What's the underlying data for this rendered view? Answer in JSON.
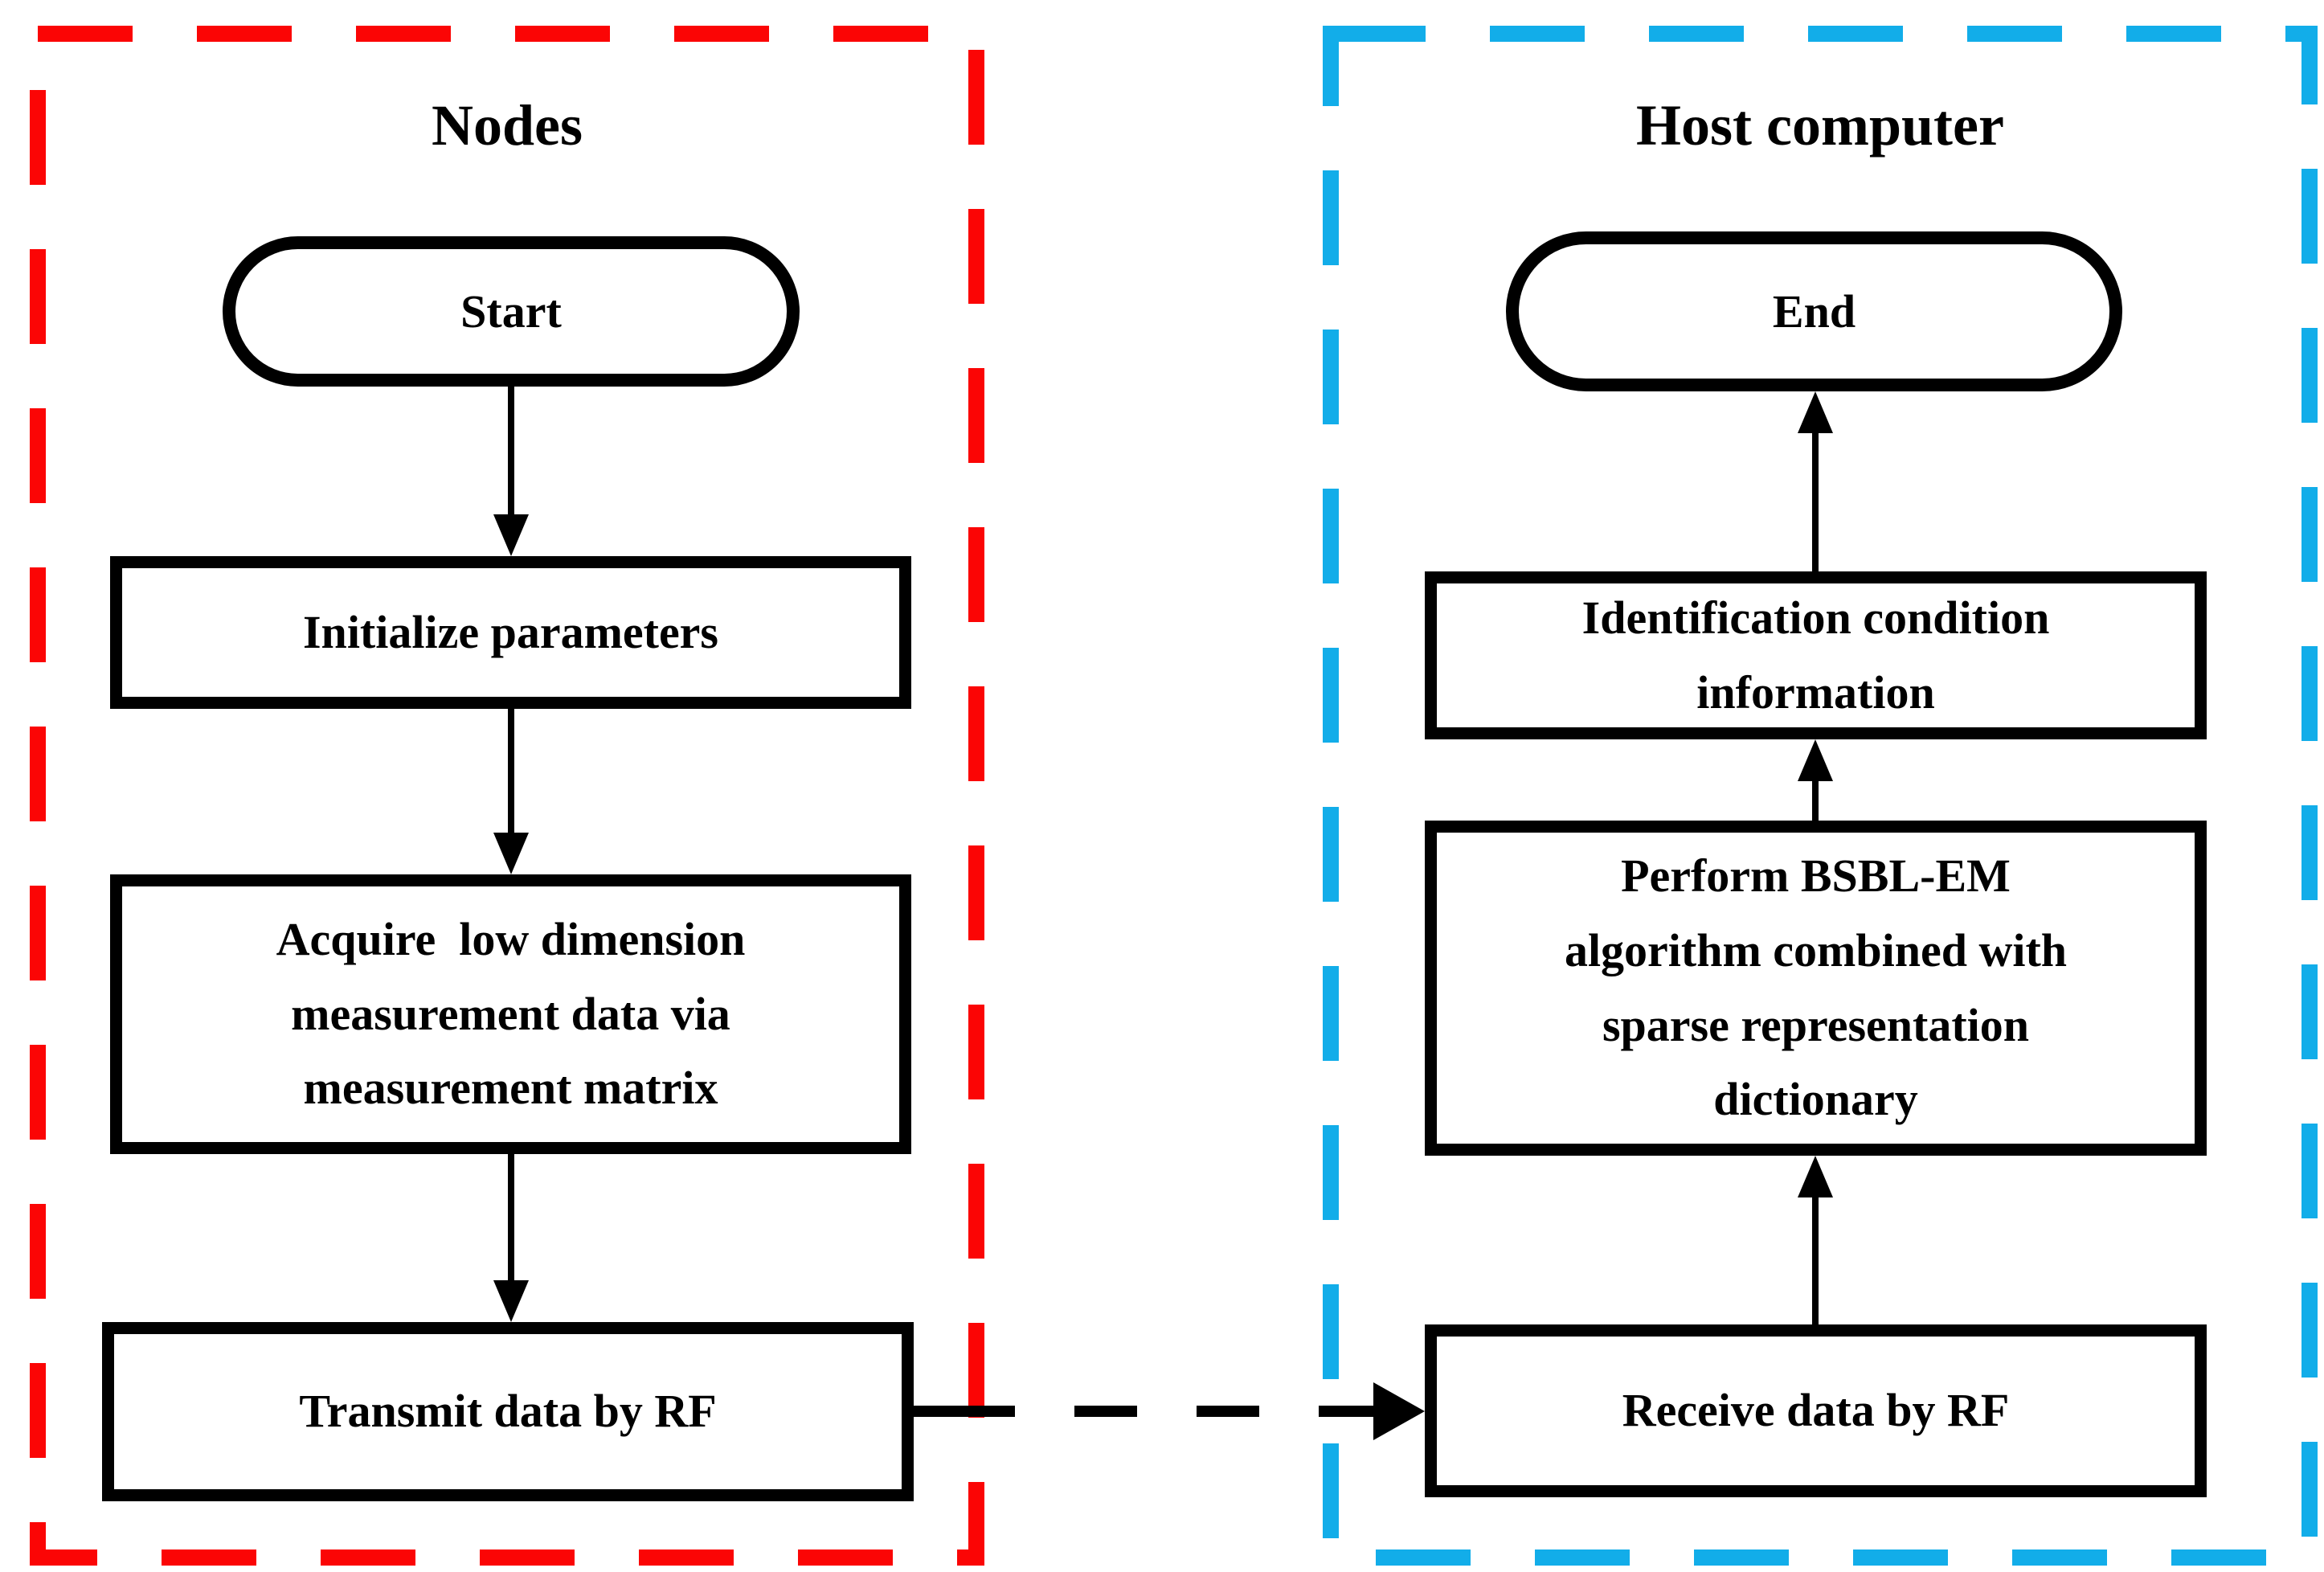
{
  "colors": {
    "nodes_panel_border": "#FB0505",
    "host_panel_border": "#12ADE9",
    "connector": "#000000",
    "node_border": "#000000",
    "node_fill": "#FFFFFF",
    "background": "#FFFFFF"
  },
  "left_panel": {
    "title": "Nodes",
    "nodes": [
      {
        "shape": "terminal",
        "label": "Start"
      },
      {
        "shape": "process",
        "label": "Initialize parameters"
      },
      {
        "shape": "process",
        "label": "Acquire  low dimension\nmeasurement data via\nmeasurement matrix"
      },
      {
        "shape": "process",
        "label": "Transmit data by RF"
      }
    ]
  },
  "right_panel": {
    "title": "Host computer",
    "nodes": [
      {
        "shape": "terminal",
        "label": "End"
      },
      {
        "shape": "process",
        "label": "Identification condition\ninformation"
      },
      {
        "shape": "process",
        "label": "Perform BSBL-EM\nalgorithm combined with\nsparse representation\ndictionary"
      },
      {
        "shape": "process",
        "label": "Receive data by RF"
      }
    ]
  },
  "edges": [
    {
      "from": "Start",
      "to": "Initialize parameters",
      "style": "solid",
      "direction": "down"
    },
    {
      "from": "Initialize parameters",
      "to": "Acquire low dimension measurement data via measurement matrix",
      "style": "solid",
      "direction": "down"
    },
    {
      "from": "Acquire low dimension measurement data via measurement matrix",
      "to": "Transmit data by RF",
      "style": "solid",
      "direction": "down"
    },
    {
      "from": "Transmit data by RF",
      "to": "Receive data by RF",
      "style": "dashed",
      "direction": "right"
    },
    {
      "from": "Receive data by RF",
      "to": "Perform BSBL-EM algorithm combined with sparse representation dictionary",
      "style": "solid",
      "direction": "up"
    },
    {
      "from": "Perform BSBL-EM algorithm combined with sparse representation dictionary",
      "to": "Identification condition information",
      "style": "solid",
      "direction": "up"
    },
    {
      "from": "Identification condition information",
      "to": "End",
      "style": "solid",
      "direction": "up"
    }
  ]
}
